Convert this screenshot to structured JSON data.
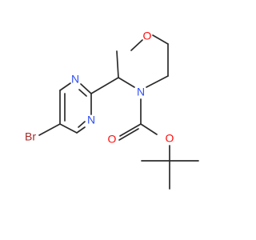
{
  "molecule": {
    "atoms": {
      "O_ring": {
        "label": "O",
        "color": "#ff0d0d"
      },
      "N_ring": {
        "label": "N",
        "color": "#3050f8"
      },
      "N_pyr_top": {
        "label": "N",
        "color": "#3050f8"
      },
      "N_pyr_bottom": {
        "label": "N",
        "color": "#3050f8"
      },
      "Br": {
        "label": "Br",
        "color": "#a62929"
      },
      "O_carbonyl": {
        "label": "O",
        "color": "#ff0d0d"
      },
      "O_ester": {
        "label": "O",
        "color": "#ff0d0d"
      }
    },
    "bond_color": "#2b2b2b"
  }
}
